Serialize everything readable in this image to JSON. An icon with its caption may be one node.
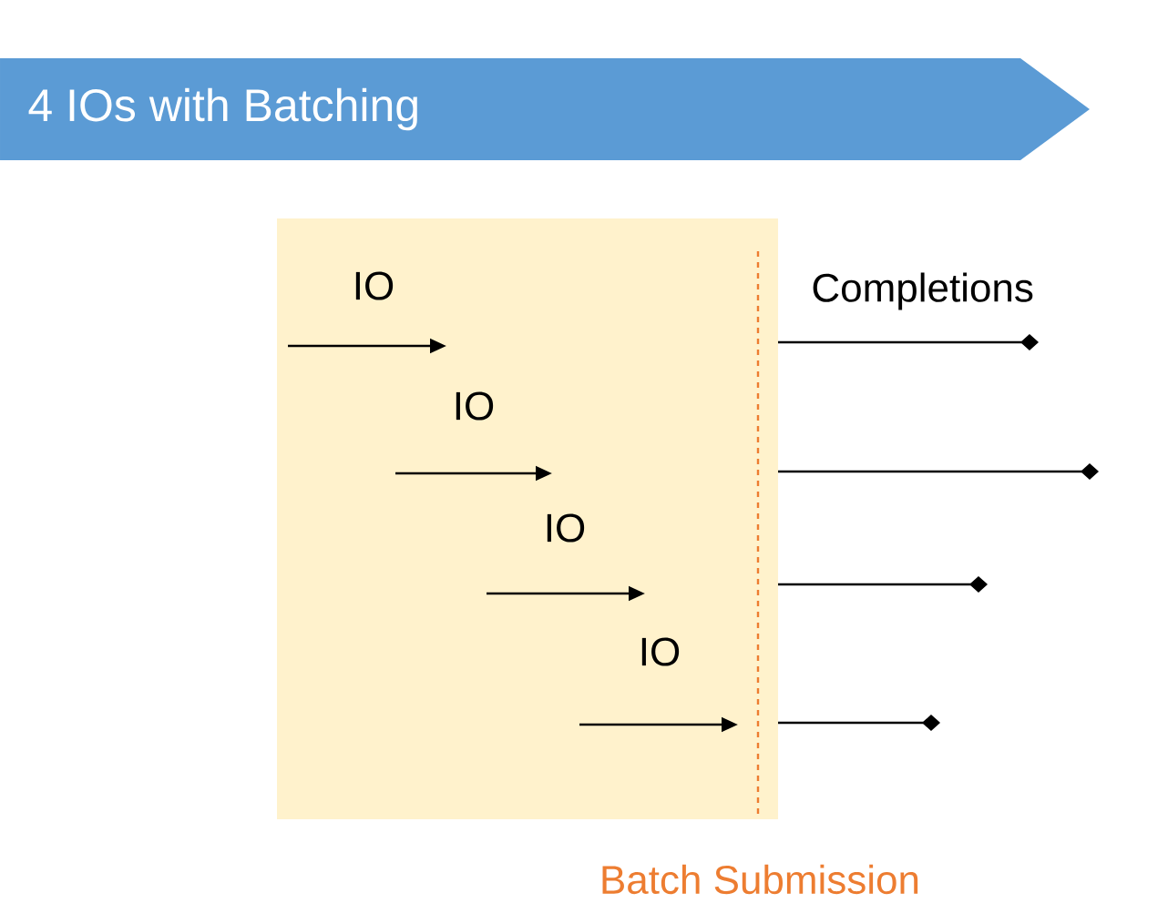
{
  "diagram": {
    "title": "4 IOs with Batching",
    "labels": [
      "IO",
      "Completions",
      "IO",
      "IO",
      "IO",
      "Batch Submission"
    ]
  }
}
